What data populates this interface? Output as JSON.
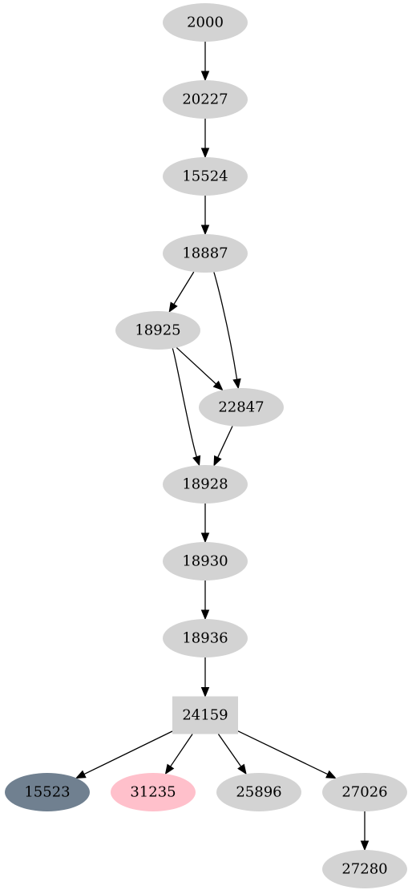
{
  "nodes": [
    {
      "id": "2000",
      "label": "2000",
      "shape": "ellipse",
      "color": "#d3d3d3"
    },
    {
      "id": "20227",
      "label": "20227",
      "shape": "ellipse",
      "color": "#d3d3d3"
    },
    {
      "id": "15524",
      "label": "15524",
      "shape": "ellipse",
      "color": "#d3d3d3"
    },
    {
      "id": "18887",
      "label": "18887",
      "shape": "ellipse",
      "color": "#d3d3d3"
    },
    {
      "id": "18925",
      "label": "18925",
      "shape": "ellipse",
      "color": "#d3d3d3"
    },
    {
      "id": "22847",
      "label": "22847",
      "shape": "ellipse",
      "color": "#d3d3d3"
    },
    {
      "id": "18928",
      "label": "18928",
      "shape": "ellipse",
      "color": "#d3d3d3"
    },
    {
      "id": "18930",
      "label": "18930",
      "shape": "ellipse",
      "color": "#d3d3d3"
    },
    {
      "id": "18936",
      "label": "18936",
      "shape": "ellipse",
      "color": "#d3d3d3"
    },
    {
      "id": "24159",
      "label": "24159",
      "shape": "box",
      "color": "#d3d3d3"
    },
    {
      "id": "15523",
      "label": "15523",
      "shape": "ellipse",
      "color": "#708090"
    },
    {
      "id": "31235",
      "label": "31235",
      "shape": "ellipse",
      "color": "#ffc0cb"
    },
    {
      "id": "25896",
      "label": "25896",
      "shape": "ellipse",
      "color": "#d3d3d3"
    },
    {
      "id": "27026",
      "label": "27026",
      "shape": "ellipse",
      "color": "#d3d3d3"
    },
    {
      "id": "27280",
      "label": "27280",
      "shape": "ellipse",
      "color": "#d3d3d3"
    }
  ],
  "edges": [
    {
      "from": "2000",
      "to": "20227"
    },
    {
      "from": "20227",
      "to": "15524"
    },
    {
      "from": "15524",
      "to": "18887"
    },
    {
      "from": "18887",
      "to": "18925"
    },
    {
      "from": "18887",
      "to": "22847"
    },
    {
      "from": "18925",
      "to": "22847"
    },
    {
      "from": "18925",
      "to": "18928"
    },
    {
      "from": "22847",
      "to": "18928"
    },
    {
      "from": "18928",
      "to": "18930"
    },
    {
      "from": "18930",
      "to": "18936"
    },
    {
      "from": "18936",
      "to": "24159"
    },
    {
      "from": "24159",
      "to": "15523"
    },
    {
      "from": "24159",
      "to": "31235"
    },
    {
      "from": "24159",
      "to": "25896"
    },
    {
      "from": "24159",
      "to": "27026"
    },
    {
      "from": "27026",
      "to": "27280"
    }
  ]
}
